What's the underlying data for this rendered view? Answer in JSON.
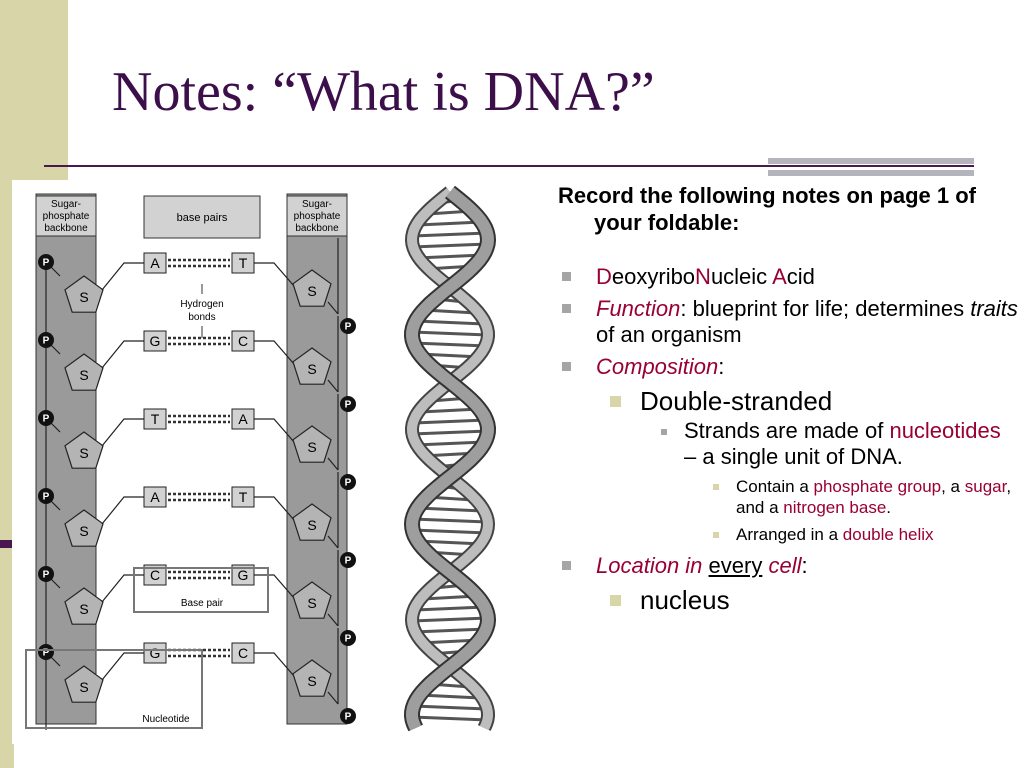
{
  "slide": {
    "title": "Notes: “What is DNA?”"
  },
  "figure": {
    "headers": {
      "left_line1": "Sugar-",
      "left_line2": "phosphate",
      "left_line3": "backbone",
      "middle": "base pairs",
      "right_line1": "Sugar-",
      "right_line2": "phosphate",
      "right_line3": "backbone"
    },
    "phosphate_label": "P",
    "sugar_label": "S",
    "pairs": [
      {
        "left": "A",
        "right": "T"
      },
      {
        "left": "G",
        "right": "C"
      },
      {
        "left": "T",
        "right": "A"
      },
      {
        "left": "A",
        "right": "T"
      },
      {
        "left": "C",
        "right": "G"
      },
      {
        "left": "G",
        "right": "C"
      }
    ],
    "hydrogen_label_line1": "Hydrogen",
    "hydrogen_label_line2": "bonds",
    "base_pair_label": "Base pair",
    "nucleotide_label": "Nucleotide"
  },
  "notes": {
    "intro": "Record the following notes on page 1 of your foldable:",
    "item1": {
      "d": "D",
      "eoxyribo": "eoxyribo",
      "n": "N",
      "ucleic": "ucleic ",
      "a": "A",
      "cid": "cid"
    },
    "item2": {
      "term": "Function",
      "colon": ":",
      "text1": " blueprint for life; determines ",
      "traits": "traits",
      "text2": " of an organism"
    },
    "item3": {
      "term": "Composition",
      "colon": ":"
    },
    "sub1": "Double-stranded",
    "sub1a": {
      "text1": "Strands are made of ",
      "term": "nucleotides",
      "text2": " – a single unit of DNA."
    },
    "sub1a_i": {
      "text1": "Contain a ",
      "t1": "phosphate group",
      "text2": ", a ",
      "t2": "sugar",
      "text3": ", and a ",
      "t3": "nitrogen base",
      "text4": "."
    },
    "sub1a_ii": {
      "text1": "Arranged in a ",
      "t1": "double helix"
    },
    "item4": {
      "term": "Location in",
      "space1": " ",
      "every": "every",
      "space2": " ",
      "cell": "cell",
      "colon": ":"
    },
    "sub2": "nucleus"
  },
  "colors": {
    "title": "#3c0f4a",
    "accent_text": "#990033",
    "side_band": "#d8d6a8",
    "figure_gray": "#9a9a9a"
  }
}
